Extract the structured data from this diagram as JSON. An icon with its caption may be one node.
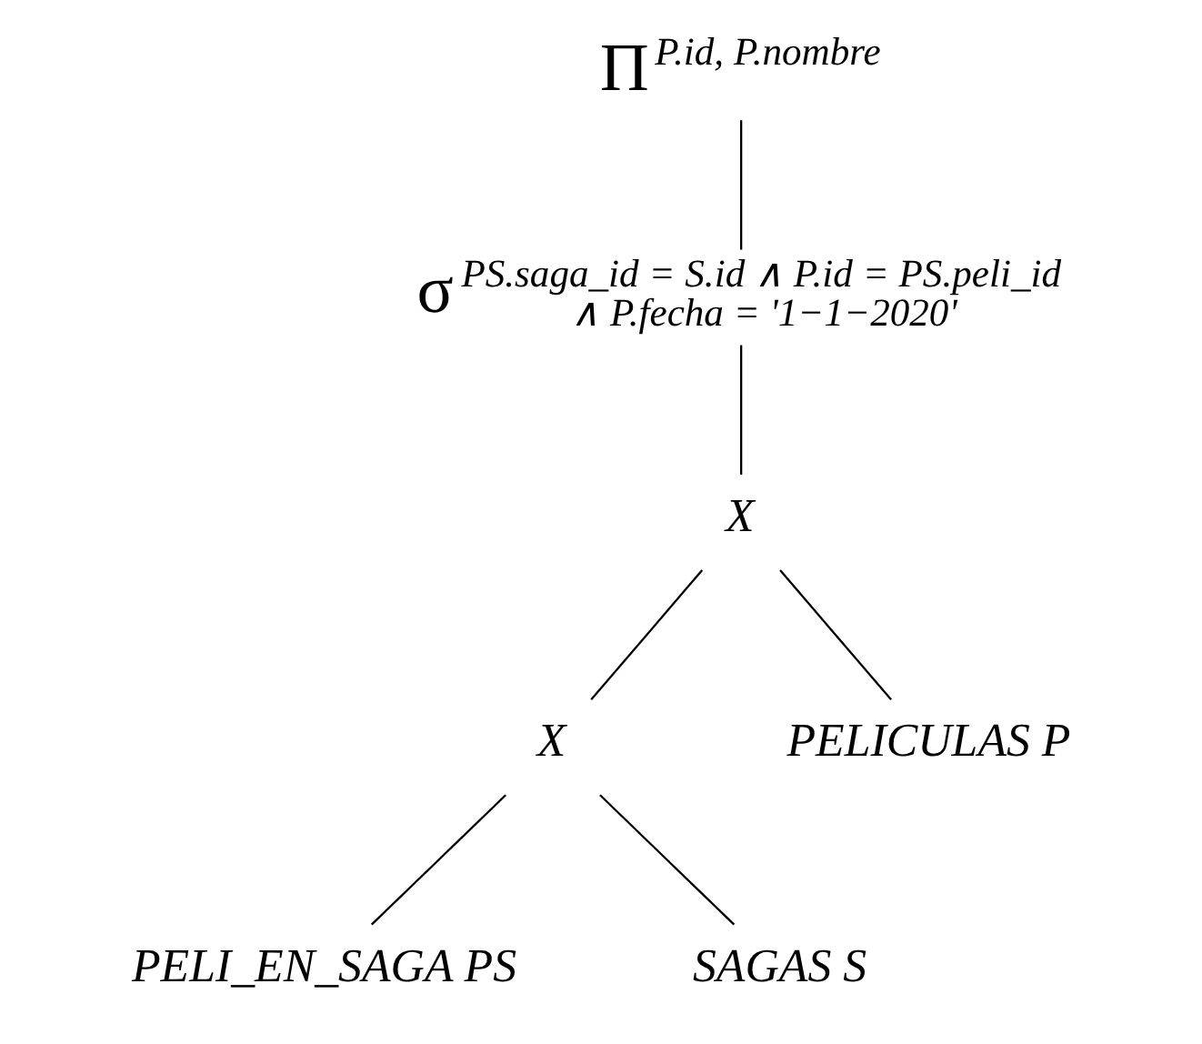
{
  "diagram": {
    "nodes": [
      {
        "text": [
          "Π$_{P.id, P.nombre}$"
        ]
      },
      {
        "text": [
          "σ$_{PS.saga_id = S.id ∧ P.id = PS.peli_id ∧ P.fecha = '1−1−2020'}$"
        ]
      },
      {
        "text": [
          "X"
        ]
      },
      {
        "text": [
          "X"
        ]
      },
      {
        "text": [
          "PELI_EN_SAGA PS"
        ]
      },
      {
        "text": [
          "SAGAS S"
        ]
      },
      {
        "text": [
          "PELICULAS P"
        ]
      }
    ],
    "edges": [
      {
        "from": 0,
        "to": 1,
        "arrow": "none"
      },
      {
        "from": 1,
        "to": 2,
        "arrow": "none"
      },
      {
        "from": 2,
        "to": 3,
        "arrow": "none"
      },
      {
        "from": 2,
        "to": 6,
        "arrow": "none"
      },
      {
        "from": 3,
        "to": 4,
        "arrow": "none"
      },
      {
        "from": 3,
        "to": 5,
        "arrow": "none"
      }
    ]
  }
}
